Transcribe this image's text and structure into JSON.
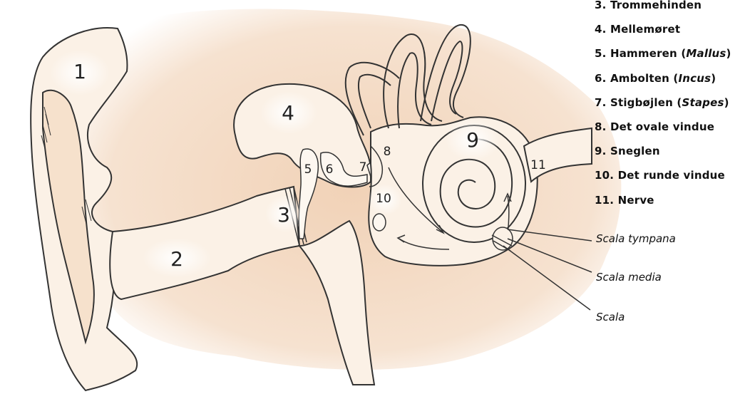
{
  "diagram": {
    "numbers": [
      "1",
      "2",
      "3",
      "4",
      "5",
      "6",
      "7",
      "8",
      "9",
      "10",
      "11"
    ],
    "legend": [
      {
        "text": "3. Trommehinden",
        "latin": ""
      },
      {
        "text": "4. Mellemøret",
        "latin": ""
      },
      {
        "text": "5. Hammeren (",
        "latin": "Mallus",
        "suffix": ")"
      },
      {
        "text": "6. Ambolten (",
        "latin": "Incus",
        "suffix": ")"
      },
      {
        "text": "7. Stigbøjlen (",
        "latin": "Stapes",
        "suffix": ")"
      },
      {
        "text": "8. Det ovale vindue",
        "latin": ""
      },
      {
        "text": "9. Sneglen",
        "latin": ""
      },
      {
        "text": "10. Det runde vindue",
        "latin": ""
      },
      {
        "text": "11. Nerve",
        "latin": ""
      }
    ],
    "scala_labels": [
      "Scala tympana",
      "Scala media",
      "Scala"
    ],
    "colors": {
      "background_tint": "#f3d8c1",
      "outline": "#333333",
      "highlight": "#ffffff"
    }
  }
}
